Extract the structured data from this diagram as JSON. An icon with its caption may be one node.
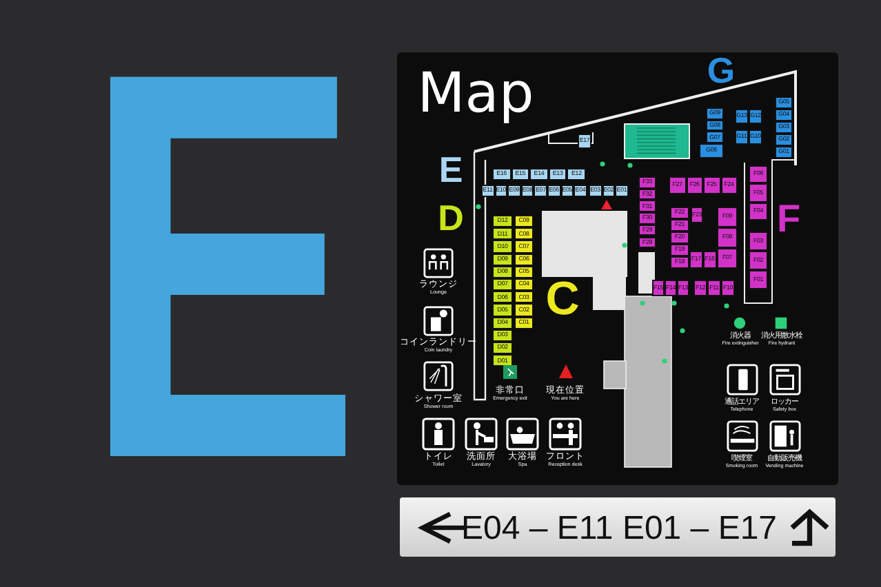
{
  "diagram": {
    "nodes": [
      {
        "text": [
          "E17"
        ]
      },
      {
        "text": [
          "E16"
        ]
      },
      {
        "text": [
          "E15"
        ]
      },
      {
        "text": [
          "E14"
        ]
      },
      {
        "text": [
          "E13"
        ]
      },
      {
        "text": [
          "E12"
        ]
      },
      {
        "text": [
          "E11"
        ]
      },
      {
        "text": [
          "E10"
        ]
      },
      {
        "text": [
          "E09"
        ]
      },
      {
        "text": [
          "E08"
        ]
      },
      {
        "text": [
          "E07"
        ]
      },
      {
        "text": [
          "E06"
        ]
      },
      {
        "text": [
          "E05"
        ]
      },
      {
        "text": [
          "E04"
        ]
      },
      {
        "text": [
          "E03"
        ]
      },
      {
        "text": [
          "E02"
        ]
      },
      {
        "text": [
          "E01"
        ]
      },
      {
        "text": [
          "D12"
        ]
      },
      {
        "text": [
          "D11"
        ]
      },
      {
        "text": [
          "D10"
        ]
      },
      {
        "text": [
          "D09"
        ]
      },
      {
        "text": [
          "D08"
        ]
      },
      {
        "text": [
          "D07"
        ]
      },
      {
        "text": [
          "D06"
        ]
      },
      {
        "text": [
          "D05"
        ]
      },
      {
        "text": [
          "D04"
        ]
      },
      {
        "text": [
          "D03"
        ]
      },
      {
        "text": [
          "D02"
        ]
      },
      {
        "text": [
          "D01"
        ]
      },
      {
        "text": [
          "C09"
        ]
      },
      {
        "text": [
          "C08"
        ]
      },
      {
        "text": [
          "C07"
        ]
      },
      {
        "text": [
          "C06"
        ]
      },
      {
        "text": [
          "C05"
        ]
      },
      {
        "text": [
          "C04"
        ]
      },
      {
        "text": [
          "C03"
        ]
      },
      {
        "text": [
          "C02"
        ]
      },
      {
        "text": [
          "C01"
        ]
      },
      {
        "text": [
          "G09"
        ]
      },
      {
        "text": [
          "G08"
        ]
      },
      {
        "text": [
          "G07"
        ]
      },
      {
        "text": [
          "G06"
        ]
      },
      {
        "text": [
          "G13"
        ]
      },
      {
        "text": [
          "G12"
        ]
      },
      {
        "text": [
          "G11"
        ]
      },
      {
        "text": [
          "G10"
        ]
      },
      {
        "text": [
          "G05"
        ]
      },
      {
        "text": [
          "G04"
        ]
      },
      {
        "text": [
          "G03"
        ]
      },
      {
        "text": [
          "G02"
        ]
      },
      {
        "text": [
          "G01"
        ]
      },
      {
        "text": [
          "F33"
        ]
      },
      {
        "text": [
          "F32"
        ]
      },
      {
        "text": [
          "F31"
        ]
      },
      {
        "text": [
          "F30"
        ]
      },
      {
        "text": [
          "F29"
        ]
      },
      {
        "text": [
          "F28"
        ]
      },
      {
        "text": [
          "F27"
        ]
      },
      {
        "text": [
          "F26"
        ]
      },
      {
        "text": [
          "F25"
        ]
      },
      {
        "text": [
          "F24"
        ]
      },
      {
        "text": [
          "F23"
        ]
      },
      {
        "text": [
          "F22"
        ]
      },
      {
        "text": [
          "F21"
        ]
      },
      {
        "text": [
          "F20"
        ]
      },
      {
        "text": [
          "F19"
        ]
      },
      {
        "text": [
          "F18"
        ]
      },
      {
        "text": [
          "F17"
        ]
      },
      {
        "text": [
          "F16"
        ]
      },
      {
        "text": [
          "F09"
        ]
      },
      {
        "text": [
          "F08"
        ]
      },
      {
        "text": [
          "F07"
        ]
      },
      {
        "text": [
          "F06"
        ]
      },
      {
        "text": [
          "F05"
        ]
      },
      {
        "text": [
          "F04"
        ]
      },
      {
        "text": [
          "F03"
        ]
      },
      {
        "text": [
          "F02"
        ]
      },
      {
        "text": [
          "F01"
        ]
      },
      {
        "text": [
          "F15"
        ]
      },
      {
        "text": [
          "F14"
        ]
      },
      {
        "text": [
          "F13"
        ]
      },
      {
        "text": [
          "F12"
        ]
      },
      {
        "text": [
          "F11"
        ]
      },
      {
        "text": [
          "F10"
        ]
      }
    ],
    "labels": [
      "E",
      "Map",
      "G",
      "E",
      "D",
      "F",
      "C",
      "ラウンジ",
      "Lounge",
      "コインランドリー",
      "Coin laundry",
      "非常口",
      "Emergency exit",
      "現在位置",
      "You are here",
      "消火器",
      "Fire extinguisher",
      "消火用散水栓",
      "Fire hydrant",
      "シャワー室",
      "Shower room",
      "通話エリア",
      "Telephone",
      "ロッカー",
      "Safety box",
      "トイレ",
      "Toilet",
      "洗面所",
      "Lavatory",
      "大浴場",
      "Spa",
      "フロント",
      "Reception desk",
      "喫煙室",
      "Smoking room",
      "自動販売機",
      "Vending machine",
      "E04 – E11 E01 – E17"
    ]
  }
}
